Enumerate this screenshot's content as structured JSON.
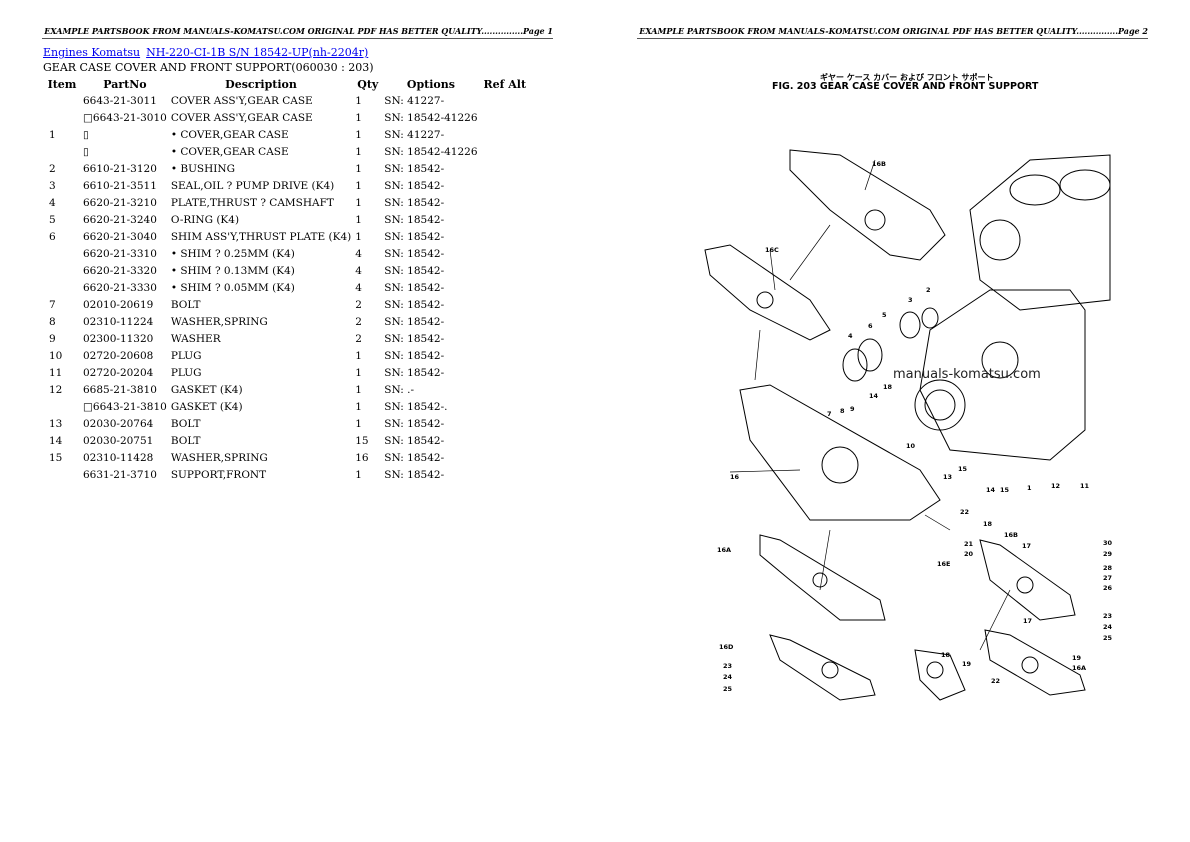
{
  "page1": {
    "header": "EXAMPLE PARTSBOOK FROM MANUALS-KOMATSU.COM ORIGINAL PDF HAS BETTER QUALITY...............Page 1"
  },
  "page2": {
    "header": "EXAMPLE PARTSBOOK FROM MANUALS-KOMATSU.COM ORIGINAL PDF HAS BETTER QUALITY...............Page 2"
  },
  "breadcrumb": {
    "link1": "Engines Komatsu",
    "link2": "NH-220-CI-1B S/N 18542-UP(nh-2204r)"
  },
  "section_title": "GEAR CASE COVER AND FRONT SUPPORT(060030 : 203)",
  "table": {
    "headers": [
      "Item",
      "PartNo",
      "Description",
      "Qty",
      "Options",
      "Ref Alt"
    ],
    "rows": [
      [
        "",
        "6643-21-3011",
        "COVER ASS'Y,GEAR CASE",
        "1",
        "SN: 41227-"
      ],
      [
        "",
        "□6643-21-3010",
        "COVER ASS'Y,GEAR CASE",
        "1",
        "SN: 18542-41226"
      ],
      [
        "1",
        "▯",
        "• COVER,GEAR CASE",
        "1",
        "SN: 41227-"
      ],
      [
        "",
        "▯",
        "• COVER,GEAR CASE",
        "1",
        "SN: 18542-41226"
      ],
      [
        "2",
        "6610-21-3120",
        "• BUSHING",
        "1",
        "SN: 18542-"
      ],
      [
        "3",
        "6610-21-3511",
        "SEAL,OIL ? PUMP DRIVE (K4)",
        "1",
        "SN: 18542-"
      ],
      [
        "4",
        "6620-21-3210",
        "PLATE,THRUST ? CAMSHAFT",
        "1",
        "SN: 18542-"
      ],
      [
        "5",
        "6620-21-3240",
        "O-RING (K4)",
        "1",
        "SN: 18542-"
      ],
      [
        "6",
        "6620-21-3040",
        "SHIM ASS'Y,THRUST PLATE (K4)",
        "1",
        "SN: 18542-"
      ],
      [
        "",
        "6620-21-3310",
        "• SHIM ? 0.25MM (K4)",
        "4",
        "SN: 18542-"
      ],
      [
        "",
        "6620-21-3320",
        "• SHIM ? 0.13MM (K4)",
        "4",
        "SN: 18542-"
      ],
      [
        "",
        "6620-21-3330",
        "• SHIM ? 0.05MM (K4)",
        "4",
        "SN: 18542-"
      ],
      [
        "7",
        "02010-20619",
        "BOLT",
        "2",
        "SN: 18542-"
      ],
      [
        "8",
        "02310-11224",
        "WASHER,SPRING",
        "2",
        "SN: 18542-"
      ],
      [
        "9",
        "02300-11320",
        "WASHER",
        "2",
        "SN: 18542-"
      ],
      [
        "10",
        "02720-20608",
        "PLUG",
        "1",
        "SN: 18542-"
      ],
      [
        "11",
        "02720-20204",
        "PLUG",
        "1",
        "SN: 18542-"
      ],
      [
        "12",
        "6685-21-3810",
        "GASKET (K4)",
        "1",
        "SN: .-"
      ],
      [
        "",
        "□6643-21-3810",
        "GASKET (K4)",
        "1",
        "SN: 18542-."
      ],
      [
        "13",
        "02030-20764",
        "BOLT",
        "1",
        "SN: 18542-"
      ],
      [
        "14",
        "02030-20751",
        "BOLT",
        "15",
        "SN: 18542-"
      ],
      [
        "15",
        "02310-11428",
        "WASHER,SPRING",
        "16",
        "SN: 18542-"
      ],
      [
        "",
        "6631-21-3710",
        "SUPPORT,FRONT",
        "1",
        "SN: 18542-"
      ]
    ]
  },
  "figure": {
    "title_jp": "ギヤー ケース カバー および フロント サポート",
    "title": "FIG. 203  GEAR CASE COVER AND FRONT SUPPORT",
    "watermark": "manuals-komatsu.com",
    "callouts": [
      "16B",
      "16C",
      "3",
      "2",
      "4",
      "5",
      "6",
      "7",
      "8",
      "9",
      "14",
      "18",
      "10",
      "16",
      "13",
      "15",
      "14",
      "15",
      "1",
      "12",
      "11",
      "22",
      "21",
      "20",
      "16E",
      "18",
      "16B",
      "17",
      "30",
      "29",
      "28",
      "27",
      "26",
      "16A",
      "23",
      "24",
      "25",
      "17",
      "19",
      "16A",
      "16D",
      "23",
      "24",
      "25",
      "18",
      "19",
      "22"
    ]
  }
}
